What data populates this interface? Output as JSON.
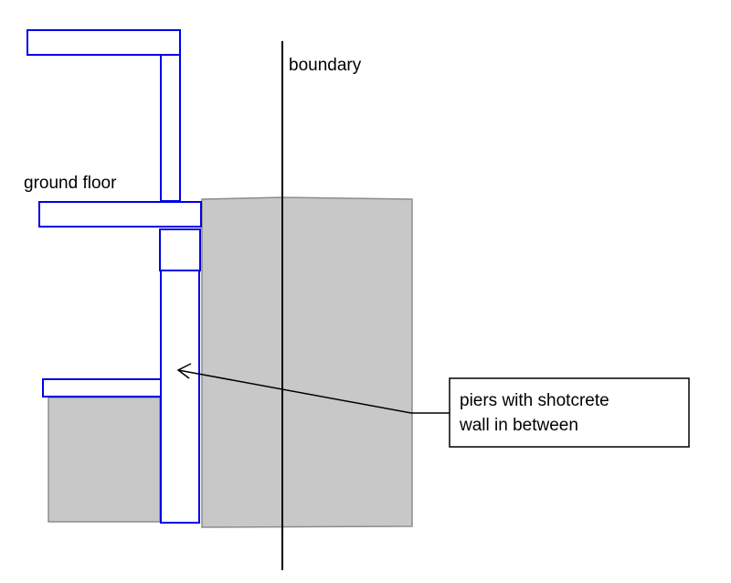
{
  "colors": {
    "background": "#ffffff",
    "soil_fill": "#c8c8c8",
    "soil_stroke": "#8c8c8c",
    "structure_stroke": "#0000e6",
    "structure_fill": "#ffffff",
    "line": "#000000"
  },
  "labels": {
    "boundary": "boundary",
    "ground_floor": "ground floor",
    "callout_line1": "piers with shotcrete",
    "callout_line2": "wall in between"
  }
}
